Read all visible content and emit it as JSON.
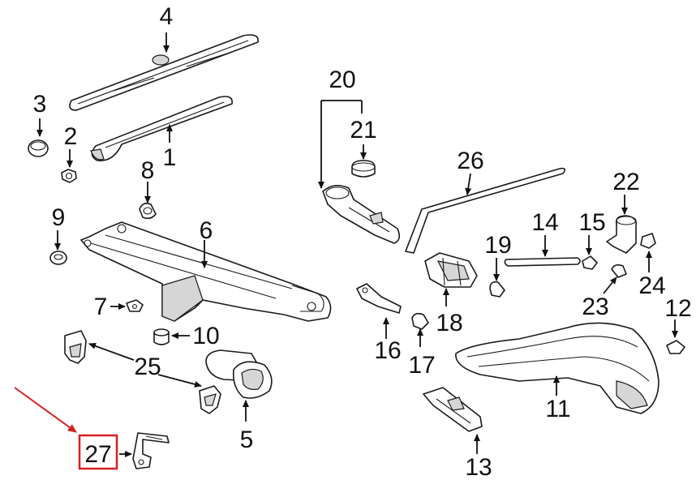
{
  "callouts": [
    "1",
    "2",
    "3",
    "4",
    "5",
    "6",
    "7",
    "8",
    "9",
    "10",
    "11",
    "12",
    "13",
    "14",
    "15",
    "16",
    "17",
    "18",
    "19",
    "20",
    "21",
    "22",
    "23",
    "24",
    "25",
    "26",
    "27"
  ],
  "highlight": {
    "part": "27",
    "color": "#d62020"
  }
}
